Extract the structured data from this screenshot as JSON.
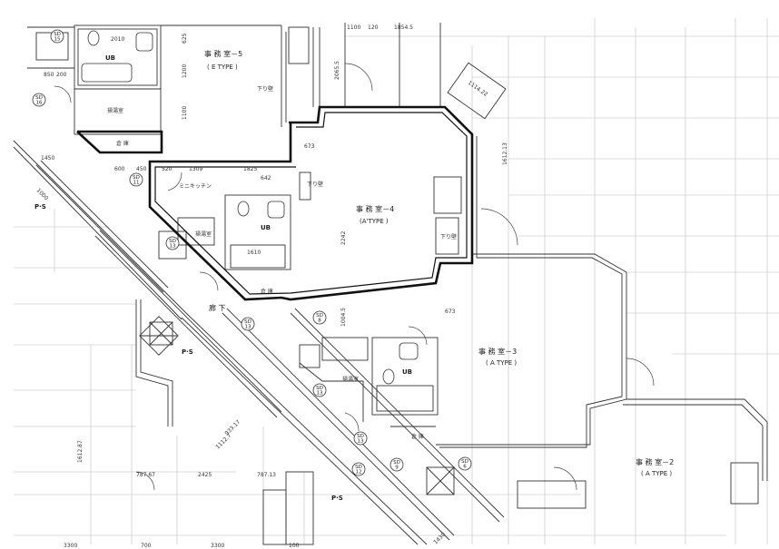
{
  "rooms": {
    "office5": {
      "name": "事 務 室－5",
      "type": "( E TYPE )"
    },
    "office4": {
      "name": "事 務 室－4",
      "type": "(A'TYPE )"
    },
    "office3": {
      "name": "事 務 室－3",
      "type": "( A TYPE )"
    },
    "office2": {
      "name": "事 務 室－2",
      "type": "( A TYPE )"
    }
  },
  "labels": {
    "ub": "UB",
    "kitchenette": "ミニキッチン",
    "storage": "倉 庫",
    "corridor": "廊 下",
    "cleaning": "掃湯室",
    "ps": "P·S",
    "ceiling_down": "下り壁"
  },
  "sd_tags": {
    "sd15": "SD\n15",
    "sd16": "SD\n16",
    "sd13": "SD\n13",
    "sd11": "SD\n11",
    "sd9": "SD\n9",
    "sd8": "SD\n8",
    "sd12": "SD\n12",
    "sd6": "SD\n6"
  },
  "dimensions": {
    "d3300a": "3300",
    "d700": "700",
    "d3300b": "3300",
    "d100": "100",
    "d2425": "2425",
    "d78767": "787.67",
    "d78713": "787.13",
    "d161287": "1612.87",
    "d161213": "1612.13",
    "d1100": "1100",
    "d120": "120",
    "d1854": "1854.5",
    "d2010": "2010",
    "d625": "625",
    "d1200": "1200",
    "d1100b": "1100",
    "d1450": "1450",
    "d1000": "1000",
    "d600": "600",
    "d450": "450",
    "d520": "520",
    "d1309": "1309",
    "d1825": "1825",
    "d642": "642",
    "d2242": "2242",
    "d1004": "1004.5",
    "d673": "673",
    "d673b": "673",
    "d2065": "2065.5",
    "d1114": "1114.22",
    "d1610": "1610",
    "d850": "850",
    "d200": "200",
    "d1112": "1112.7",
    "d9331": "933.17",
    "d1430": "1430"
  }
}
